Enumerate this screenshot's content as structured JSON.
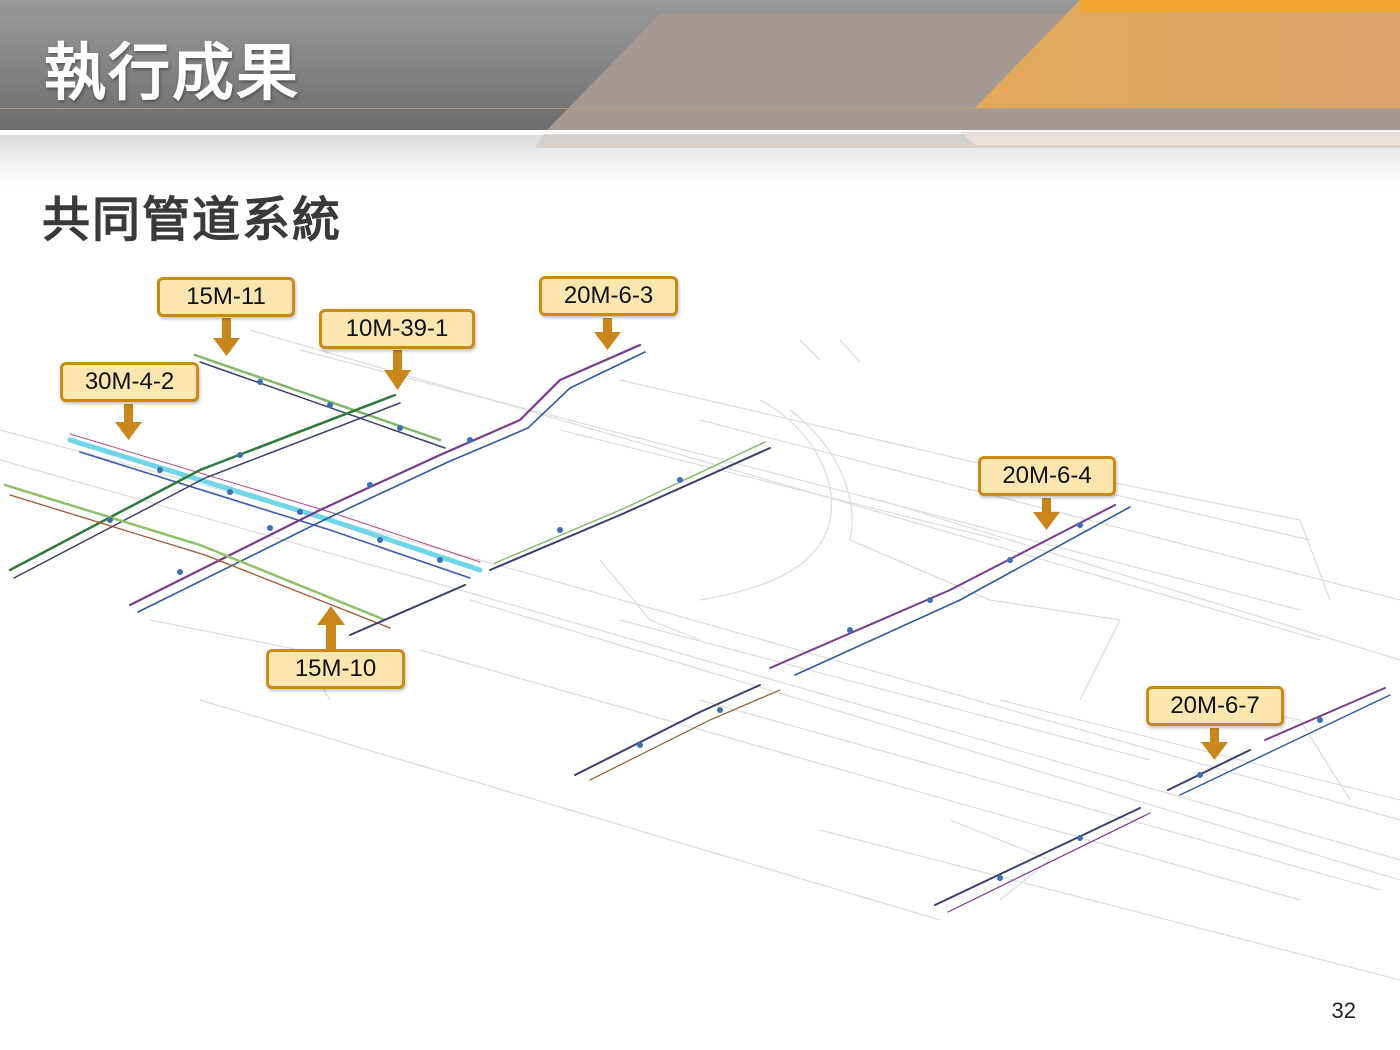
{
  "slide": {
    "title": "執行成果",
    "heading": "共同管道系統",
    "page_number": "32"
  },
  "labels": {
    "l_15m_11": "15M-11",
    "l_10m_39_1": "10M-39-1",
    "l_20m_6_3": "20M-6-3",
    "l_30m_4_2": "30M-4-2",
    "l_20m_6_4": "20M-6-4",
    "l_15m_10": "15M-10",
    "l_20m_6_7": "20M-6-7"
  },
  "colors": {
    "header_gray": "#8c8c8c",
    "accent_orange": "#e2a33c",
    "callout_fill": "#fbe6b0",
    "callout_border": "#c98a19",
    "arrow": "#c8861d"
  },
  "icons": {
    "callout_pointer": "arrow-icon"
  }
}
